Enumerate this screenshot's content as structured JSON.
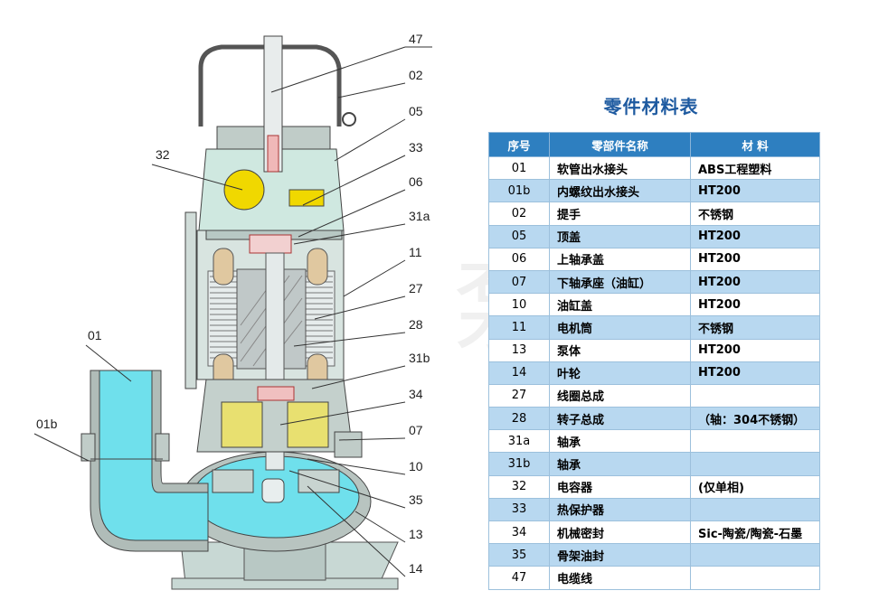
{
  "callouts": [
    "47",
    "02",
    "05",
    "33",
    "06",
    "31a",
    "11",
    "27",
    "28",
    "31b",
    "34",
    "07",
    "10",
    "35",
    "13",
    "14",
    "32",
    "01",
    "01b"
  ],
  "watermark": "泵业",
  "table": {
    "title": "零件材料表",
    "headers": [
      "序号",
      "零部件名称",
      "材  料"
    ],
    "rows": [
      {
        "no": "01",
        "name": "软管出水接头",
        "material": "ABS工程塑料"
      },
      {
        "no": "01b",
        "name": "内螺纹出水接头",
        "material": "HT200"
      },
      {
        "no": "02",
        "name": "提手",
        "material": "不锈钢"
      },
      {
        "no": "05",
        "name": "顶盖",
        "material": "HT200"
      },
      {
        "no": "06",
        "name": "上轴承盖",
        "material": "HT200"
      },
      {
        "no": "07",
        "name": "下轴承座（油缸）",
        "material": "HT200"
      },
      {
        "no": "10",
        "name": "油缸盖",
        "material": "HT200"
      },
      {
        "no": "11",
        "name": "电机筒",
        "material": "不锈钢"
      },
      {
        "no": "13",
        "name": "泵体",
        "material": "HT200"
      },
      {
        "no": "14",
        "name": "叶轮",
        "material": "HT200"
      },
      {
        "no": "27",
        "name": "线圈总成",
        "material": ""
      },
      {
        "no": "28",
        "name": "转子总成",
        "material": "（轴：304不锈钢）"
      },
      {
        "no": "31a",
        "name": "轴承",
        "material": ""
      },
      {
        "no": "31b",
        "name": "轴承",
        "material": ""
      },
      {
        "no": "32",
        "name": "电容器",
        "material": "(仅单相)"
      },
      {
        "no": "33",
        "name": "热保护器",
        "material": ""
      },
      {
        "no": "34",
        "name": "机械密封",
        "material": "Sic-陶瓷/陶瓷-石墨"
      },
      {
        "no": "35",
        "name": "骨架油封",
        "material": ""
      },
      {
        "no": "47",
        "name": "电缆线",
        "material": ""
      }
    ]
  },
  "colors": {
    "water": "#6fe0ec",
    "body": "#cfe0dc",
    "metal": "#a8b4b4",
    "header": "#2e7fc0",
    "alt_row": "#b8d8f0",
    "title": "#1e5aa0",
    "coil": "#d8d8d8",
    "seal": "#e8e070",
    "bearing": "#e08080"
  }
}
